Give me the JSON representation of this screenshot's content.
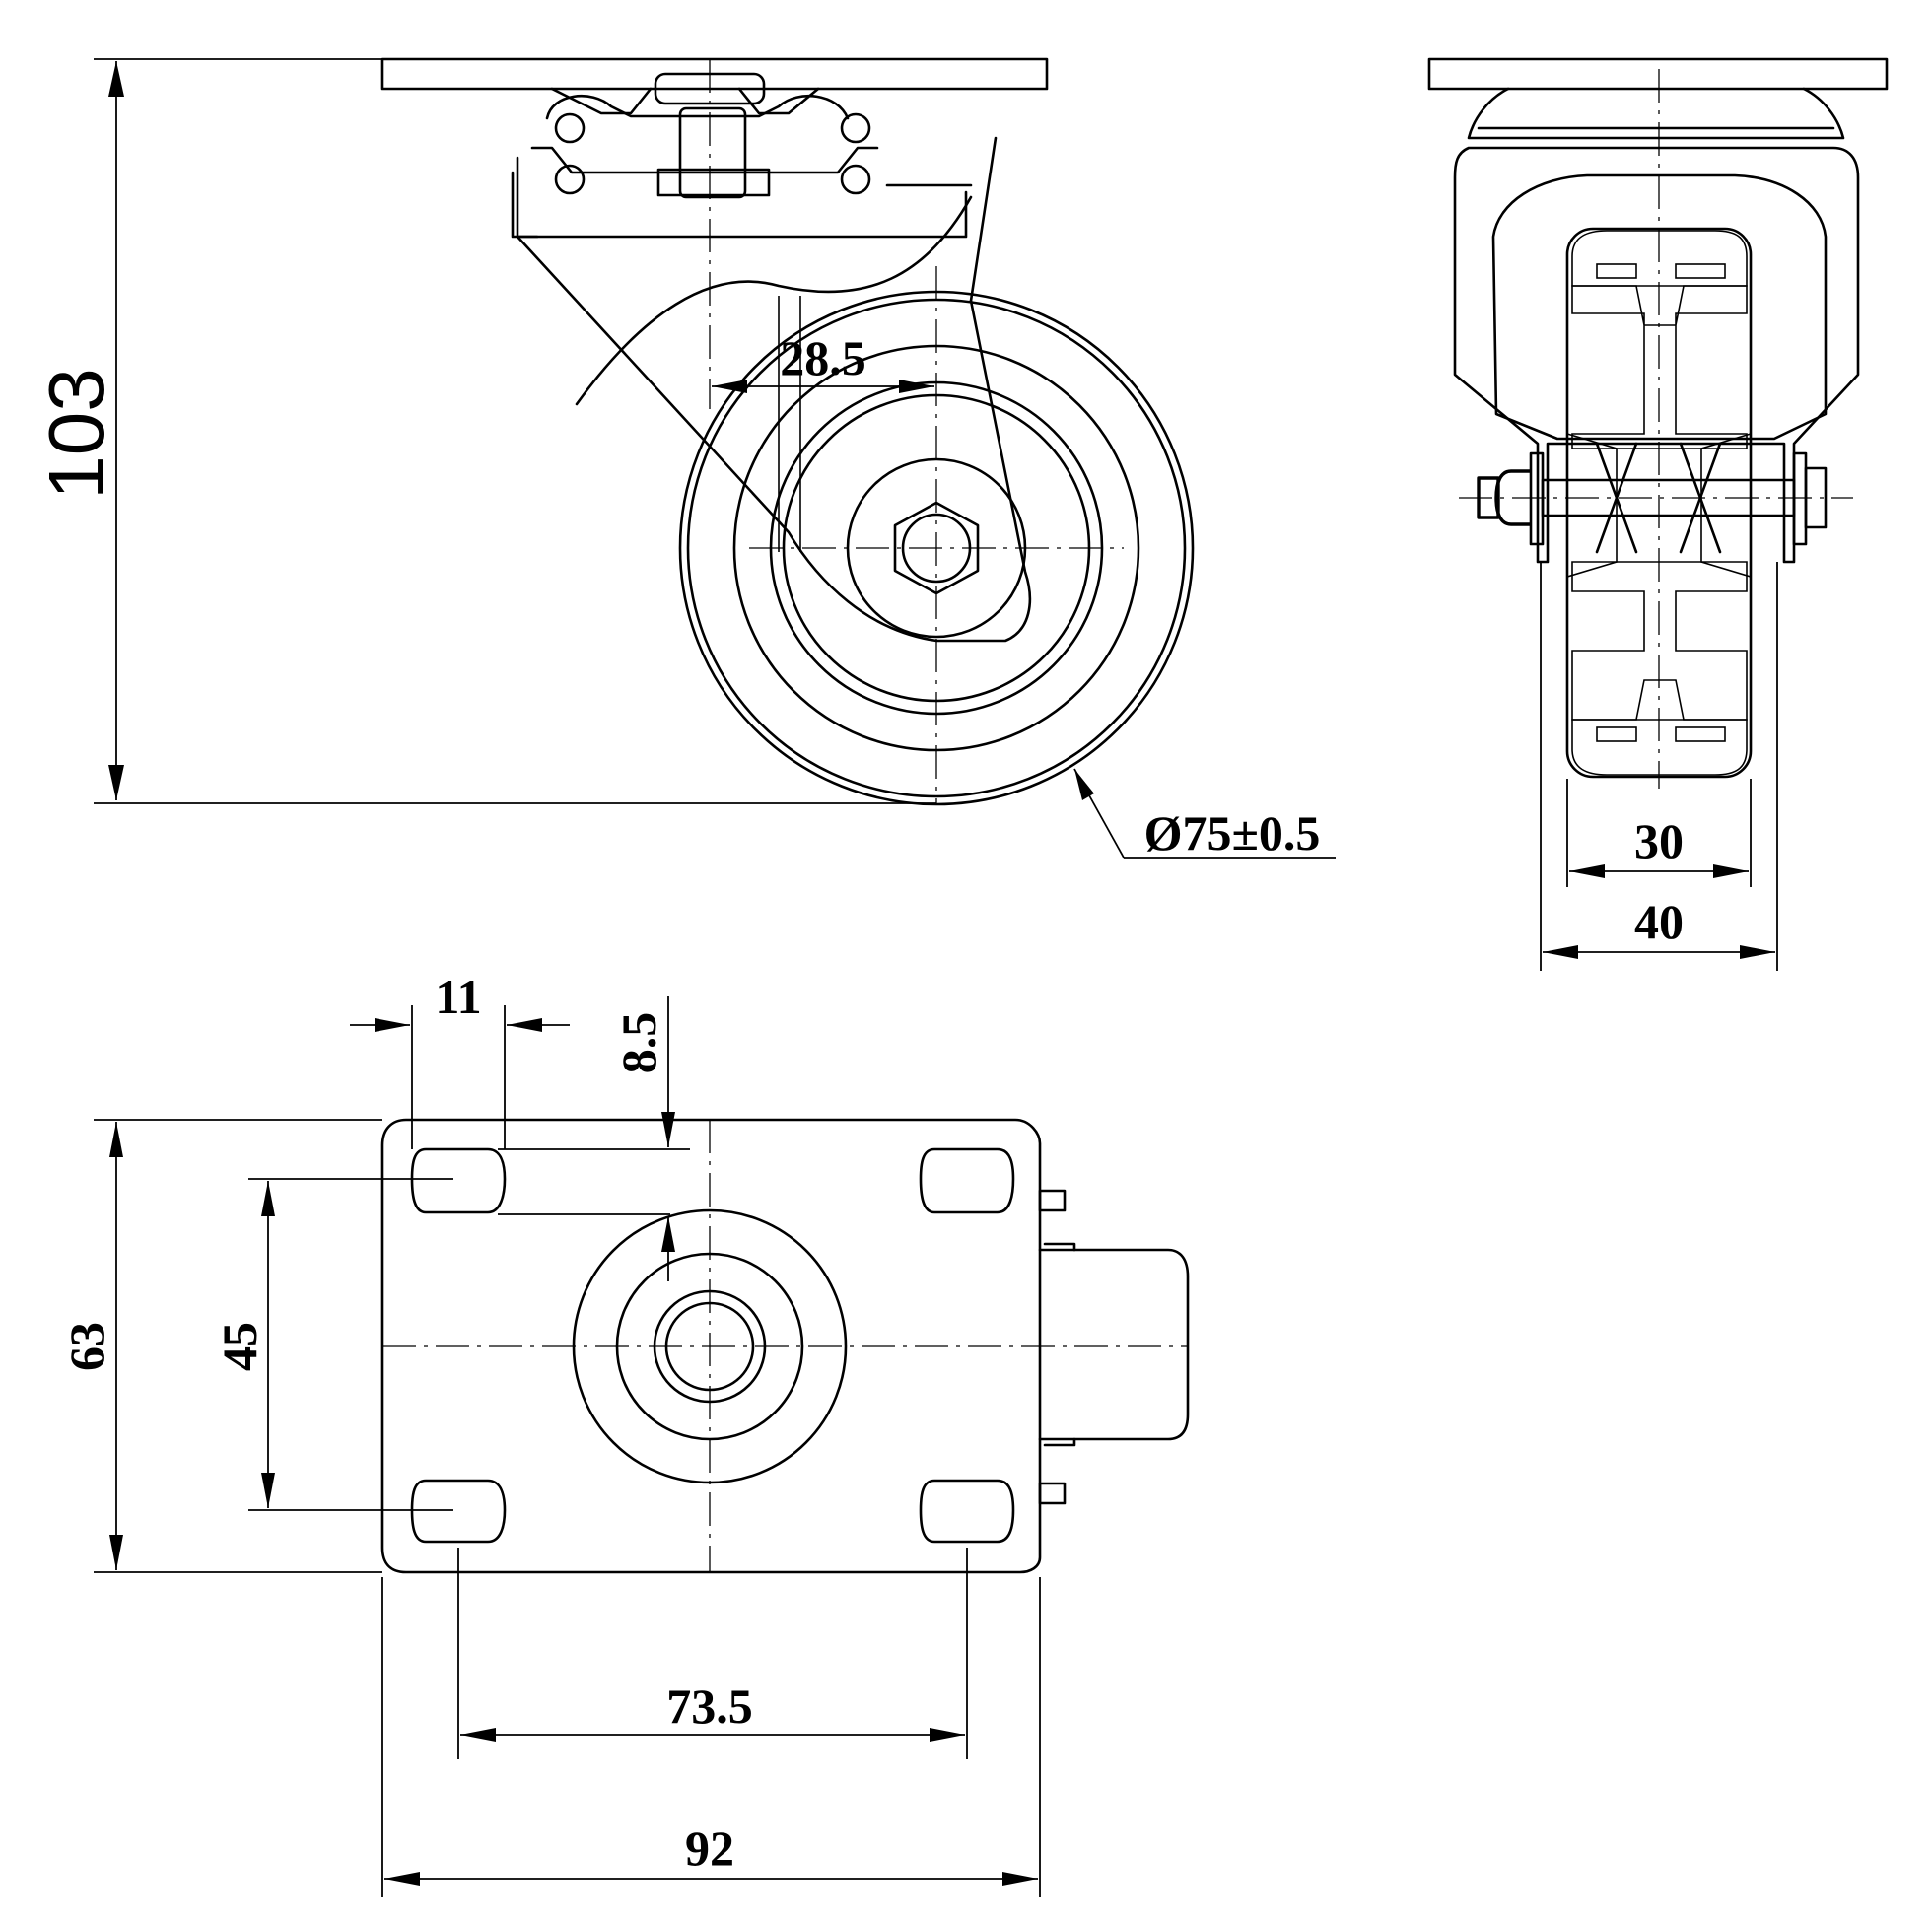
{
  "dimensions": {
    "total_height": "103",
    "swivel_offset": "28.5",
    "wheel_diameter": "Ø75±0.5",
    "wheel_width": "30",
    "fork_width": "40",
    "hole_width": "11",
    "hole_edge_offset": "8.5",
    "plate_depth": "63",
    "hole_spacing_short": "45",
    "hole_spacing_long": "73.5",
    "plate_length": "92"
  }
}
